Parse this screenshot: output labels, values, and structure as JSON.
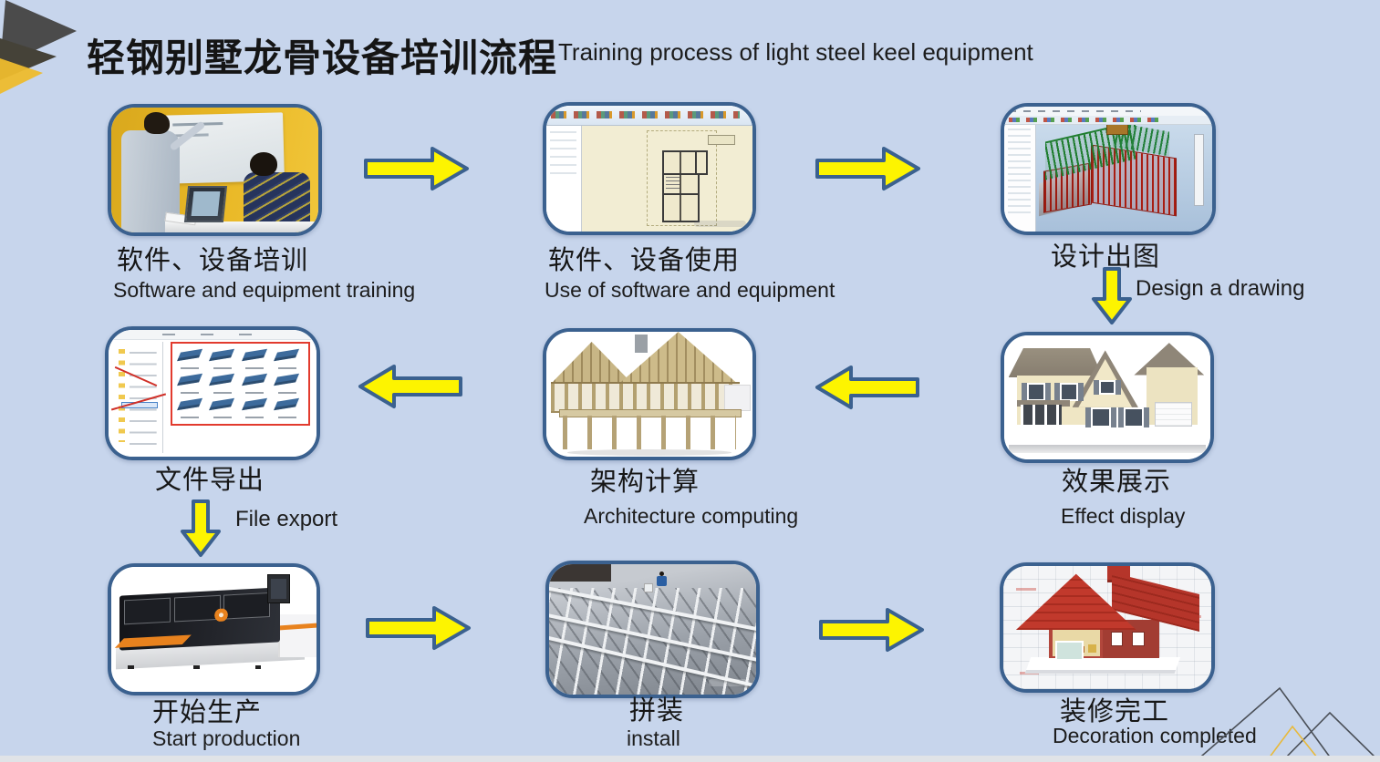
{
  "slide": {
    "title_cn": "轻钢别墅龙骨设备培训流程",
    "title_en": "Training process of light steel keel equipment"
  },
  "theme": {
    "background": "#c7d5ec",
    "card_border": "#3b618f",
    "arrow_fill": "#fdf400",
    "arrow_outline": "#3b618f",
    "corner_dark": "#4b4b4b",
    "corner_yellow": "#eebc2d"
  },
  "steps": [
    {
      "id": "training",
      "cn": "软件、设备培训",
      "en": "Software and equipment training",
      "image": "photo-classroom-training"
    },
    {
      "id": "software-use",
      "cn": "软件、设备使用",
      "en": "Use of software and equipment",
      "image": "screenshot-cad-floorplan"
    },
    {
      "id": "design",
      "cn": "设计出图",
      "en": "Design a drawing",
      "image": "screenshot-cad-3d-structure"
    },
    {
      "id": "effect",
      "cn": "效果展示",
      "en": "Effect display",
      "image": "render-effect-house"
    },
    {
      "id": "computing",
      "cn": "架构计算",
      "en": "Architecture computing",
      "image": "render-wood-frame-house"
    },
    {
      "id": "export",
      "cn": "文件导出",
      "en": "File export",
      "image": "screenshot-parts-export"
    },
    {
      "id": "production",
      "cn": "开始生产",
      "en": "Start production",
      "image": "photo-keel-machine"
    },
    {
      "id": "install",
      "cn": "拼装",
      "en": "install",
      "image": "photo-steel-frame-install"
    },
    {
      "id": "decoration",
      "cn": "装修完工",
      "en": "Decoration completed",
      "image": "render-decorated-house"
    }
  ]
}
